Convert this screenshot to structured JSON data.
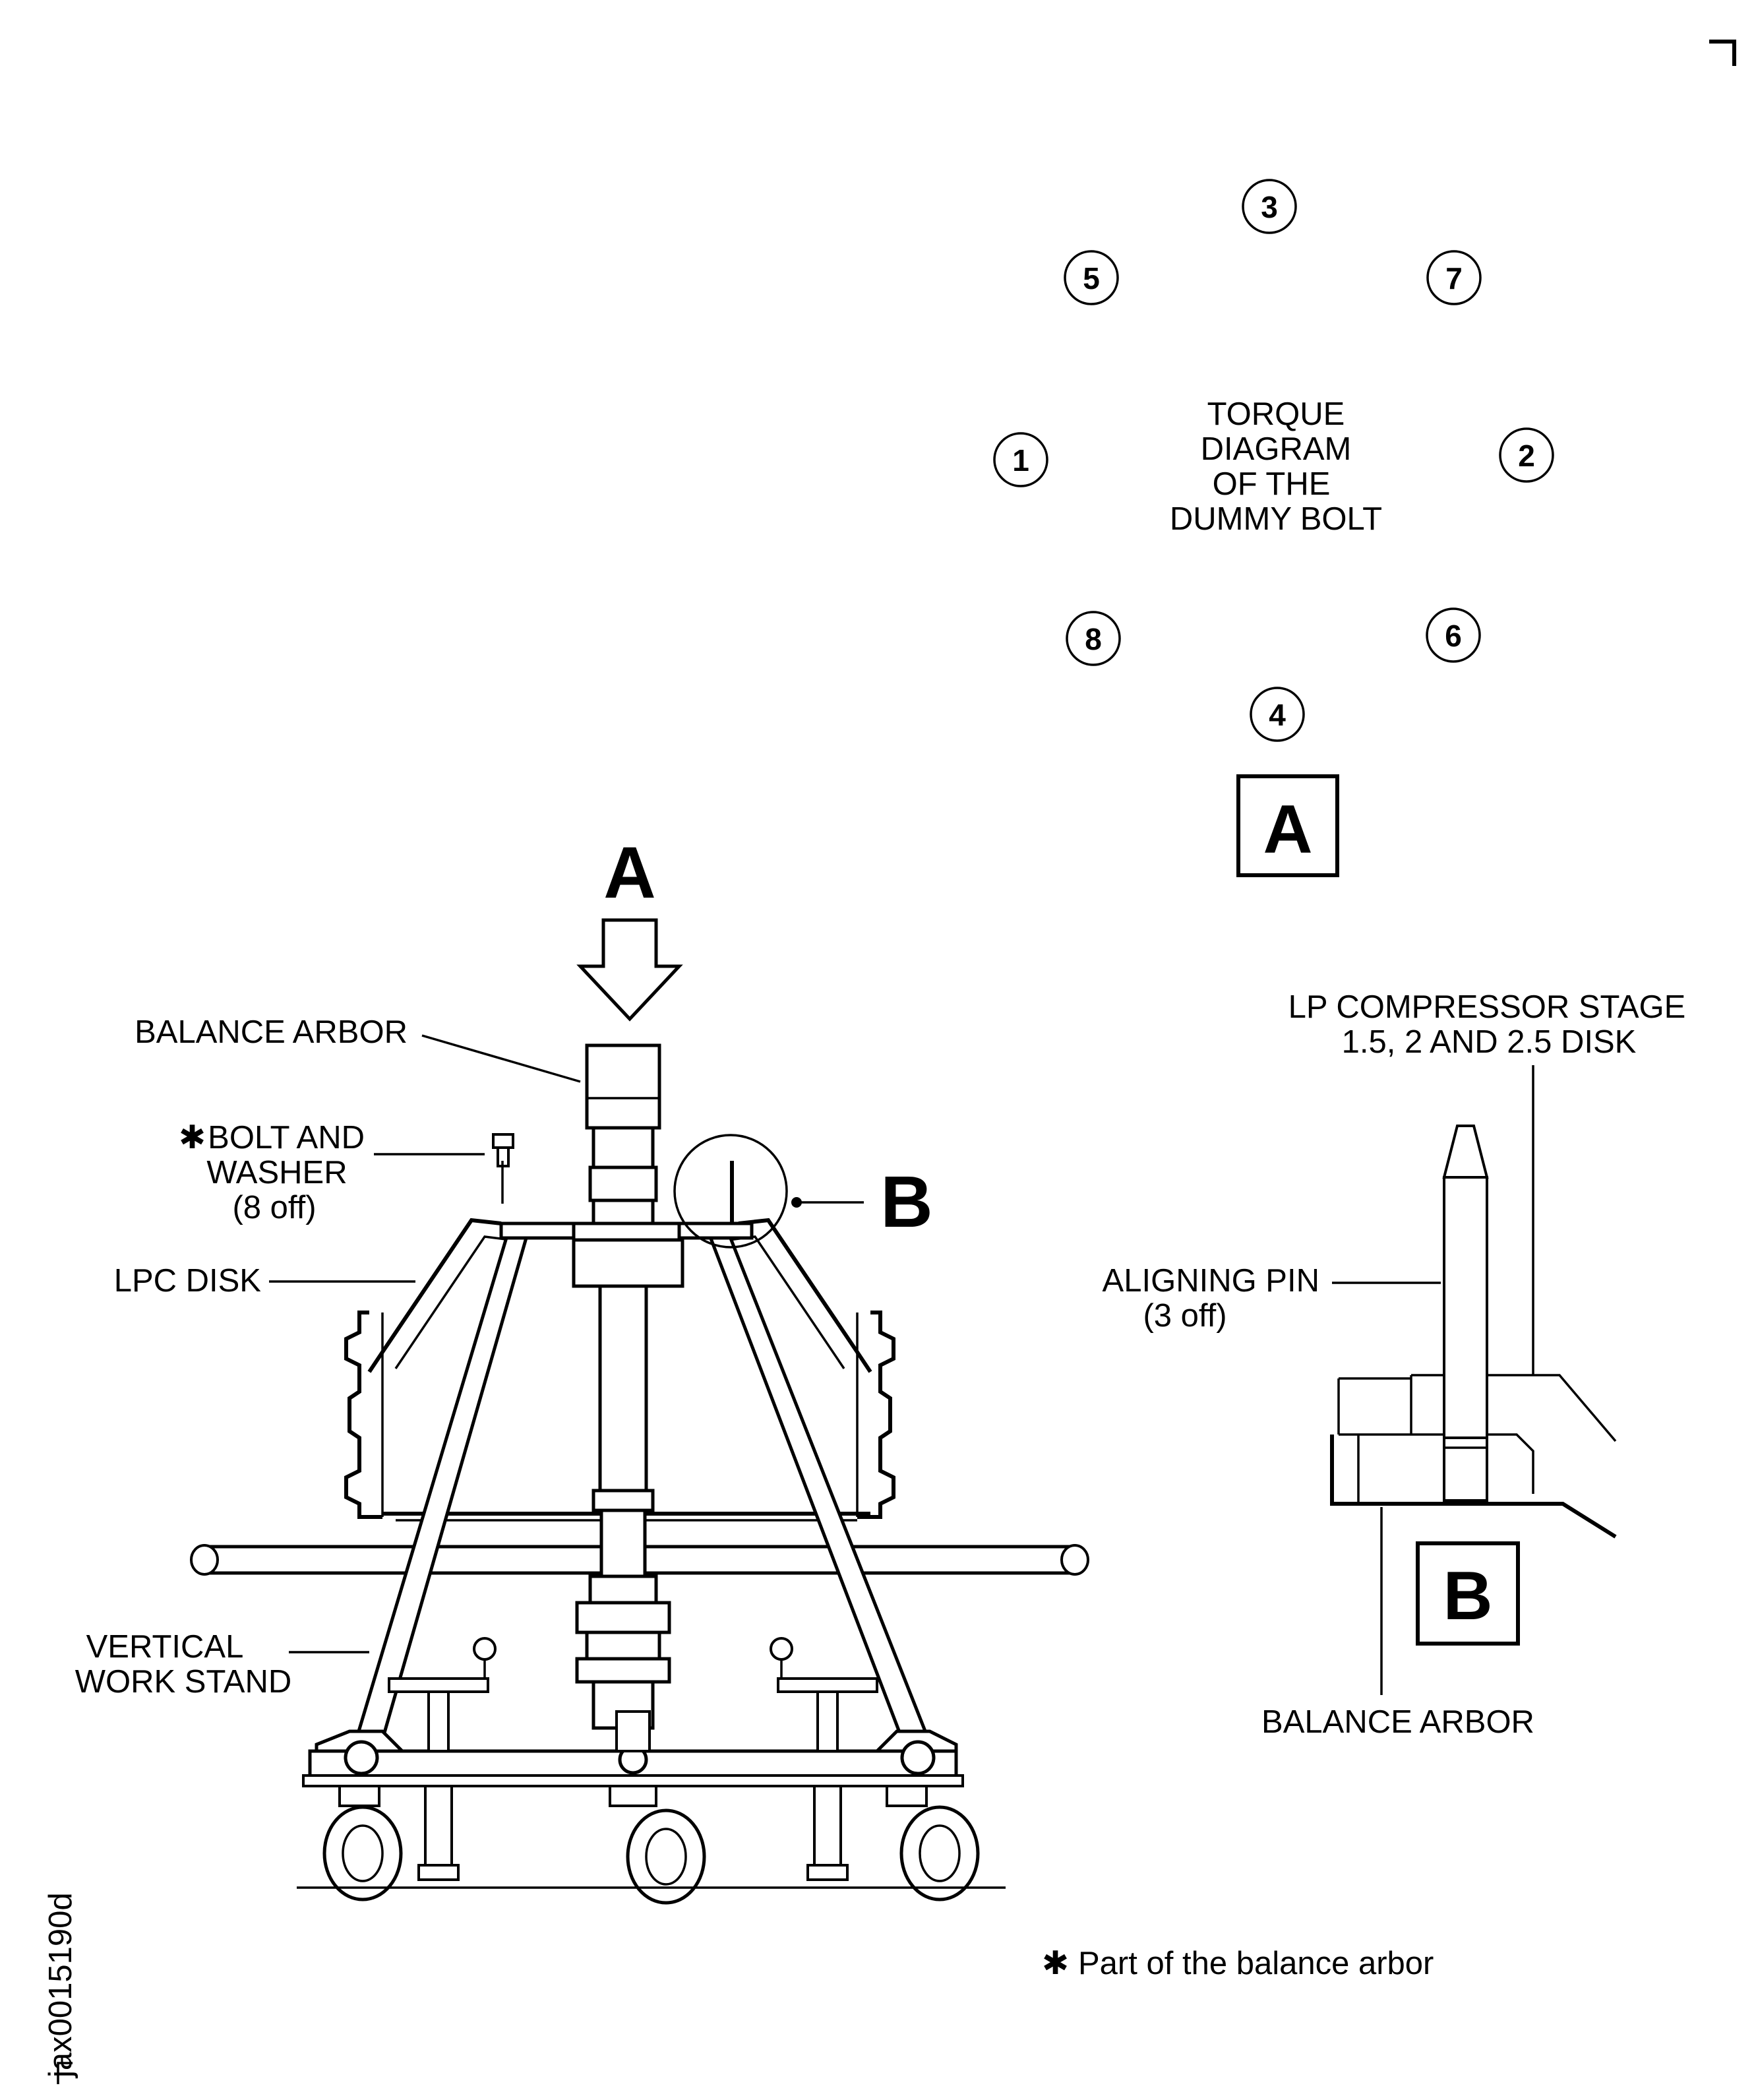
{
  "torque_diagram": {
    "title_lines": [
      "TORQUE",
      "DIAGRAM",
      "OF THE",
      "DUMMY BOLT"
    ],
    "bolt_numbers": {
      "n1": "1",
      "n2": "2",
      "n3": "3",
      "n4": "4",
      "n5": "5",
      "n6": "6",
      "n7": "7",
      "n8": "8"
    },
    "view_label": "A"
  },
  "main_view": {
    "arrow_label": "A",
    "detail_marker": "B",
    "labels": {
      "balance_arbor": "BALANCE ARBOR",
      "bolt_line1": "BOLT AND",
      "bolt_line2": "WASHER",
      "bolt_qty": "(8 off)",
      "lpc_disk": "LPC DISK",
      "stand_line1": "VERTICAL",
      "stand_line2": "WORK STAND"
    }
  },
  "detail_b": {
    "view_label": "B",
    "labels": {
      "stage_line1": "LP COMPRESSOR STAGE",
      "stage_line2": "1.5, 2 AND 2.5 DISK",
      "pin_line1": "ALIGNING PIN",
      "pin_line2": "(3 off)",
      "balance_arbor": "BALANCE ARBOR"
    }
  },
  "footnote": {
    "symbol": "✱",
    "text": "Part of the balance arbor"
  },
  "figure_id": "jax0015190d",
  "corner_mark": "┐"
}
